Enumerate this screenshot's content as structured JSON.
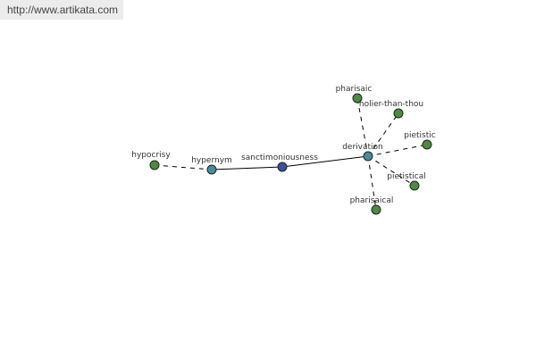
{
  "banner": {
    "url": "http://www.artikata.com"
  },
  "graph": {
    "nodes": [
      {
        "id": "hypocrisy",
        "label": "hypocrisy",
        "kind": "leaf"
      },
      {
        "id": "hypernym",
        "label": "hypernym",
        "kind": "relation"
      },
      {
        "id": "sanctimoniousness",
        "label": "sanctimoniousness",
        "kind": "center"
      },
      {
        "id": "derivation",
        "label": "derivation",
        "kind": "relation"
      },
      {
        "id": "pharisaic",
        "label": "pharisaic",
        "kind": "leaf"
      },
      {
        "id": "holier-than-thou",
        "label": "holier-than-thou",
        "kind": "leaf"
      },
      {
        "id": "pietistic",
        "label": "pietistic",
        "kind": "leaf"
      },
      {
        "id": "pietistical",
        "label": "pietistical",
        "kind": "leaf"
      },
      {
        "id": "pharisaical",
        "label": "pharisaical",
        "kind": "leaf"
      }
    ],
    "edges": [
      {
        "from": "hypocrisy",
        "to": "hypernym",
        "style": "dashed"
      },
      {
        "from": "hypernym",
        "to": "sanctimoniousness",
        "style": "solid"
      },
      {
        "from": "sanctimoniousness",
        "to": "derivation",
        "style": "solid"
      },
      {
        "from": "derivation",
        "to": "pharisaic",
        "style": "dashed"
      },
      {
        "from": "derivation",
        "to": "holier-than-thou",
        "style": "dashed"
      },
      {
        "from": "derivation",
        "to": "pietistic",
        "style": "dashed"
      },
      {
        "from": "derivation",
        "to": "pietistical",
        "style": "dashed"
      },
      {
        "from": "derivation",
        "to": "pharisaical",
        "style": "dashed"
      }
    ],
    "colors": {
      "leaf": "#4f8a43",
      "relation": "#4b8a9a",
      "center": "#3d4f98",
      "edge": "#000000",
      "outline": "#222222"
    }
  }
}
